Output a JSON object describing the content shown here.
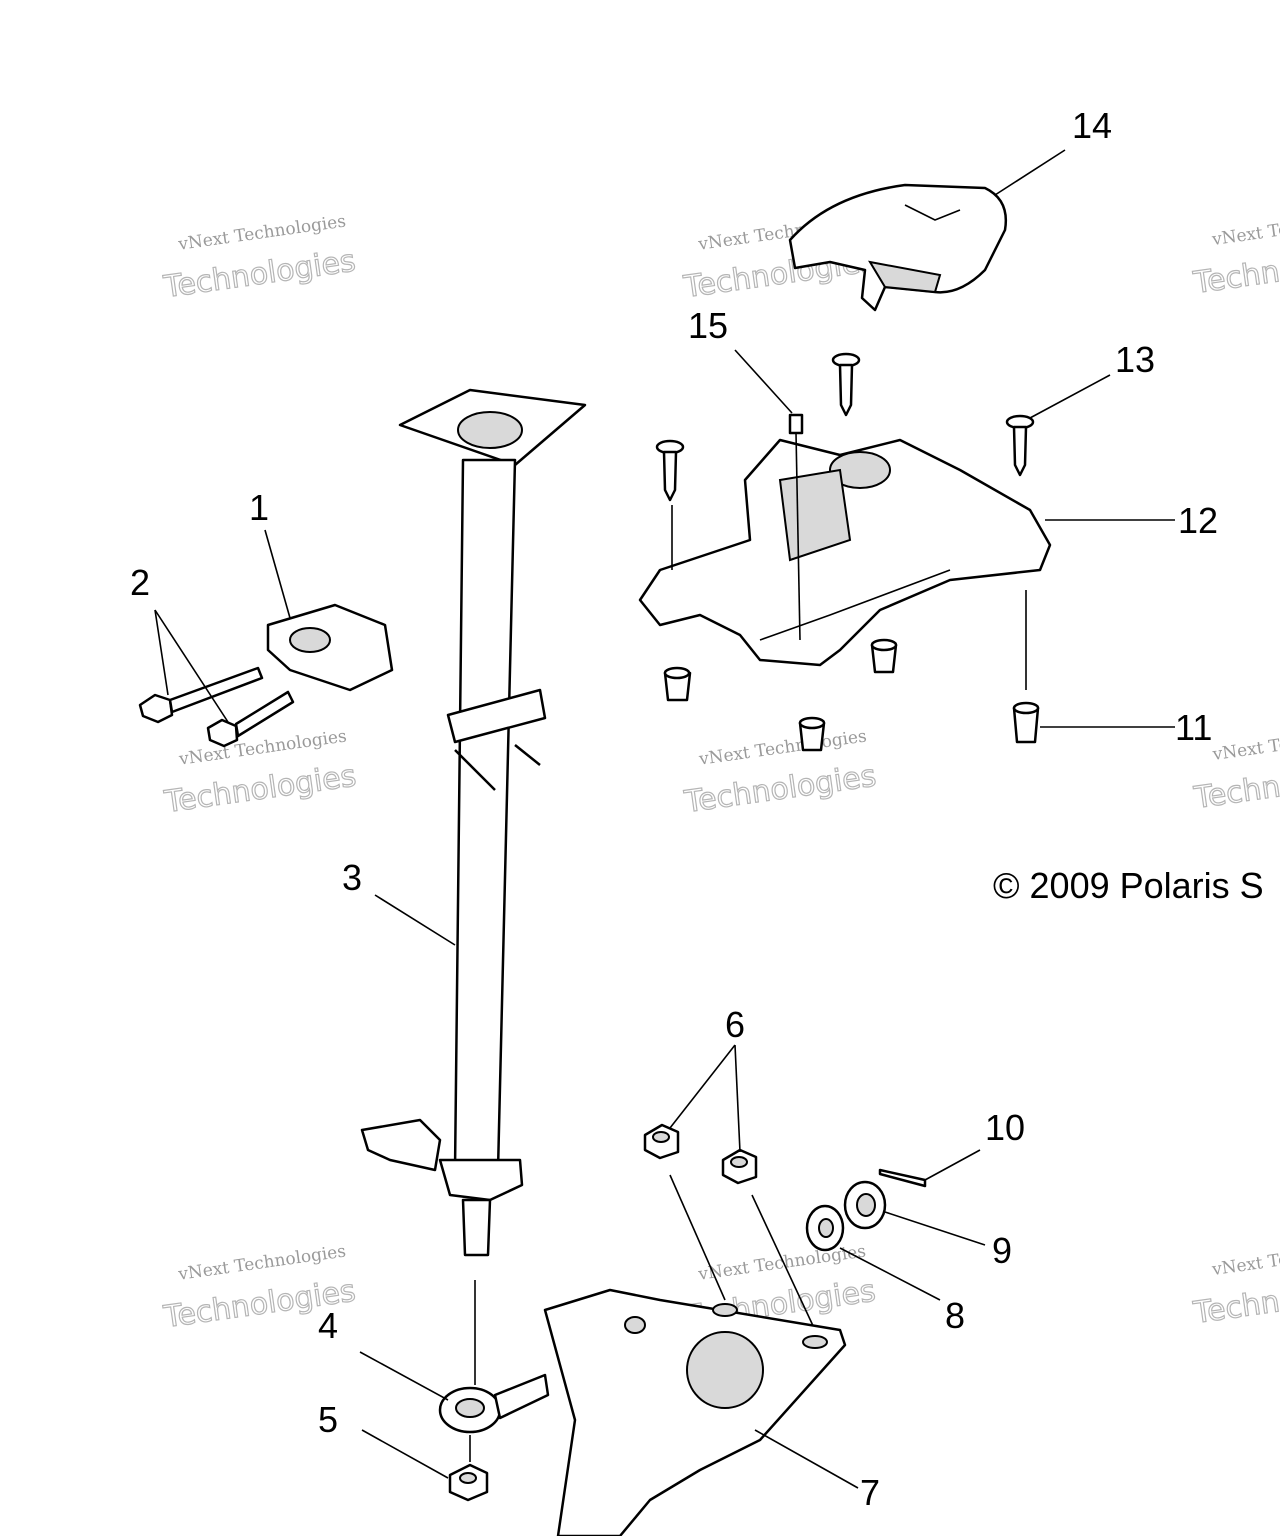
{
  "callouts": {
    "c1": "1",
    "c2": "2",
    "c3": "3",
    "c4": "4",
    "c5": "5",
    "c6": "6",
    "c7": "7",
    "c8": "8",
    "c9": "9",
    "c10": "10",
    "c11": "11",
    "c12": "12",
    "c13": "13",
    "c14": "14",
    "c15": "15"
  },
  "copyright": "© 2009 Polaris S",
  "watermark": {
    "brand": "vNext",
    "line1": "vNext Technologies",
    "line2": "Technologies"
  }
}
